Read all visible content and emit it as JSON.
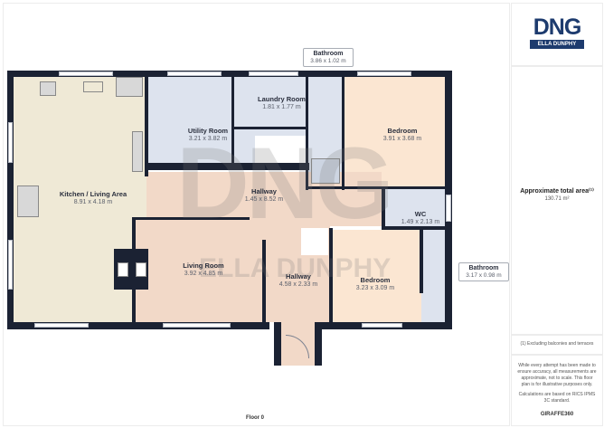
{
  "floor_label": "Floor 0",
  "brand": {
    "logo_text": "DNG",
    "logo_subtitle": "ELLA DUNPHY",
    "colors": {
      "primary": "#1d3b6e"
    }
  },
  "summary": {
    "area_title": "Approximate total area⁽¹⁾",
    "area_value": "130.71 m²",
    "footnote": "(1) Excluding balconies and terraces",
    "disclaimer": "While every attempt has been made to ensure accuracy, all measurements are approximate, not to scale. This floor plan is for illustrative purposes only.",
    "calculation_note": "Calculations are based on RICS IPMS 3C standard.",
    "software_brand": "GIRAFFE360"
  },
  "watermark": {
    "main": "DNG",
    "sub": "ELLA DUNPHY"
  },
  "rooms": [
    {
      "name": "Kitchen / Living Area",
      "dims": "8.91 x 4.18 m",
      "color": "#efe9d6"
    },
    {
      "name": "Utility Room",
      "dims": "3.21 x 3.82 m",
      "color": "#dde3ee"
    },
    {
      "name": "Laundry Room",
      "dims": "1.81 x 1.77 m",
      "color": "#dde3ee"
    },
    {
      "name": "Bathroom",
      "dims": "3.86 x 1.02 m",
      "color": "#dde3ee"
    },
    {
      "name": "Bedroom",
      "dims": "3.91 x 3.68 m",
      "color": "#fbe6d2"
    },
    {
      "name": "Hallway",
      "dims": "1.45 x 8.52 m",
      "color": "#f2d9c8"
    },
    {
      "name": "WC",
      "dims": "1.49 x 2.13 m",
      "color": "#dde3ee"
    },
    {
      "name": "Living Room",
      "dims": "3.92 x 4.85 m",
      "color": "#f2d9c8"
    },
    {
      "name": "Hallway",
      "dims": "4.58 x 2.33 m",
      "color": "#f2d9c8"
    },
    {
      "name": "Bedroom",
      "dims": "3.23 x 3.09 m",
      "color": "#fbe6d2"
    },
    {
      "name": "Bathroom",
      "dims": "3.17 x 0.98 m",
      "color": "#dde3ee"
    }
  ]
}
